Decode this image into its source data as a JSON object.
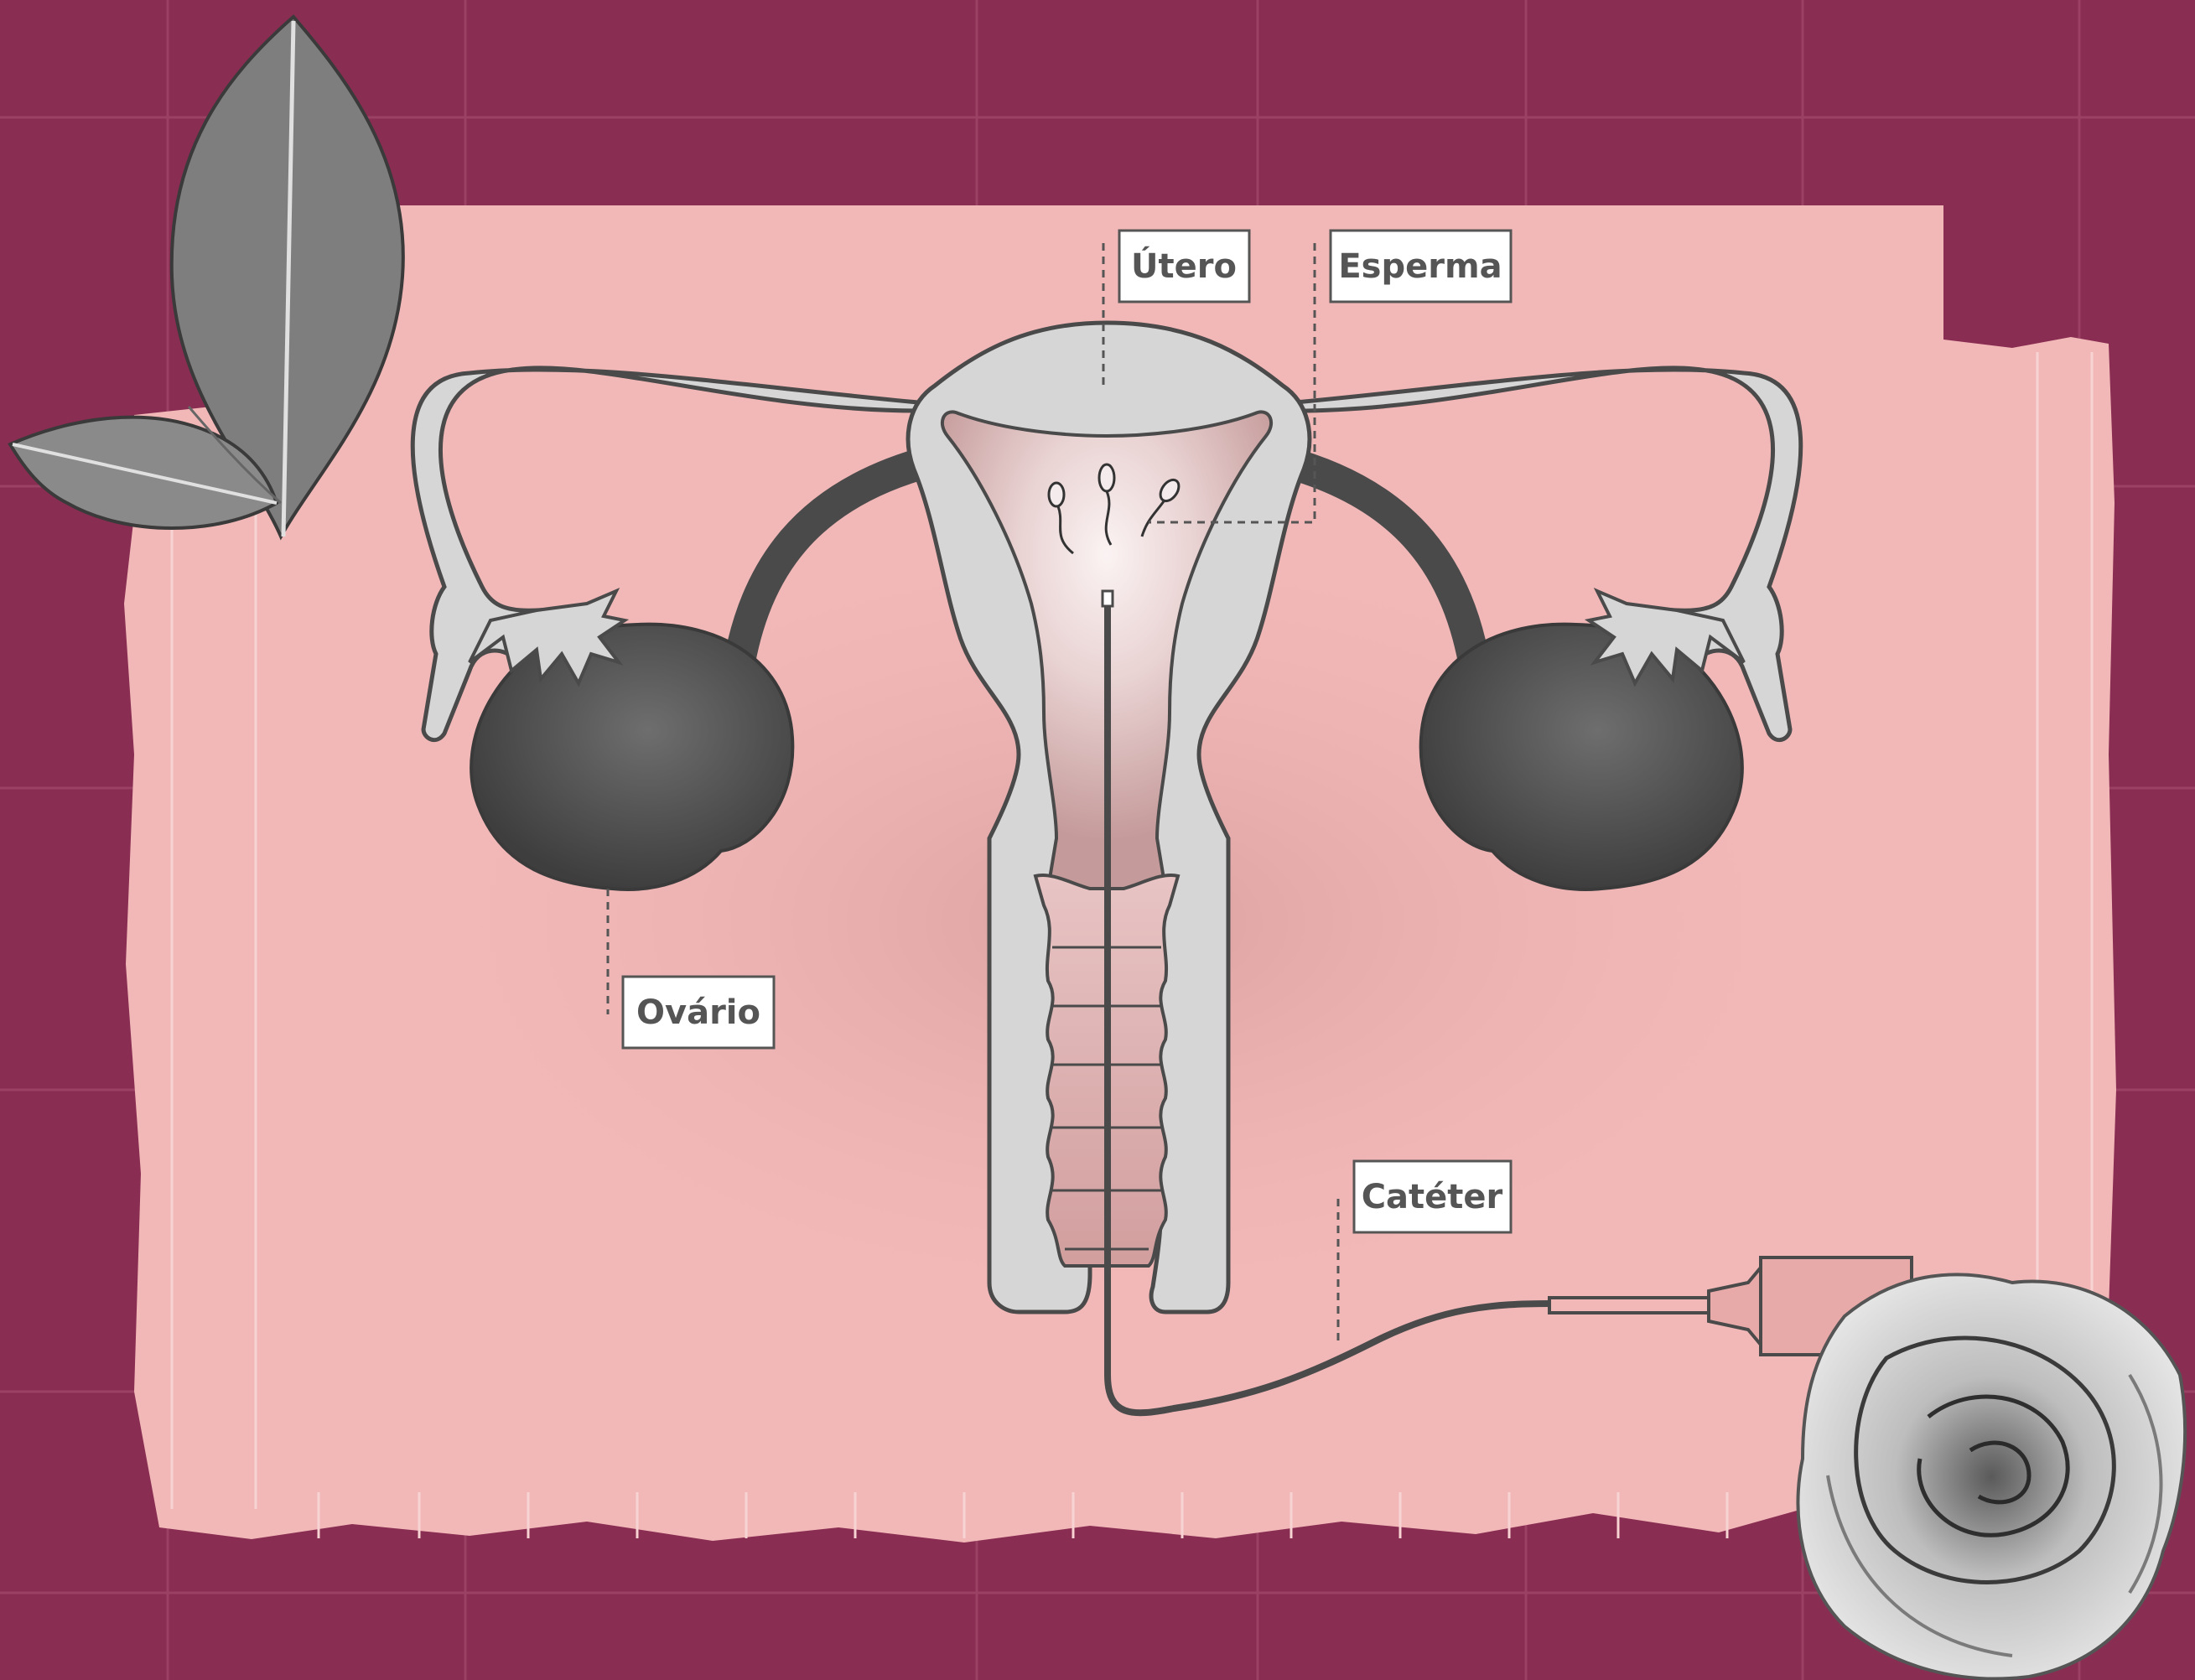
{
  "diagram": {
    "labels": {
      "utero": "Útero",
      "esperma": "Esperma",
      "ovario": "Ovário",
      "cateter": "Catéter"
    }
  },
  "colors": {
    "background": "#8a2d52",
    "paper": "#f2b8b8",
    "organ_fill": "#d6d6d6",
    "organ_stroke": "#4a4a4a",
    "ovary": "#5a5a5a",
    "label_text": "#555555"
  },
  "decorations": {
    "top_left": "leaf-icon",
    "bottom_right": "rose-icon"
  }
}
